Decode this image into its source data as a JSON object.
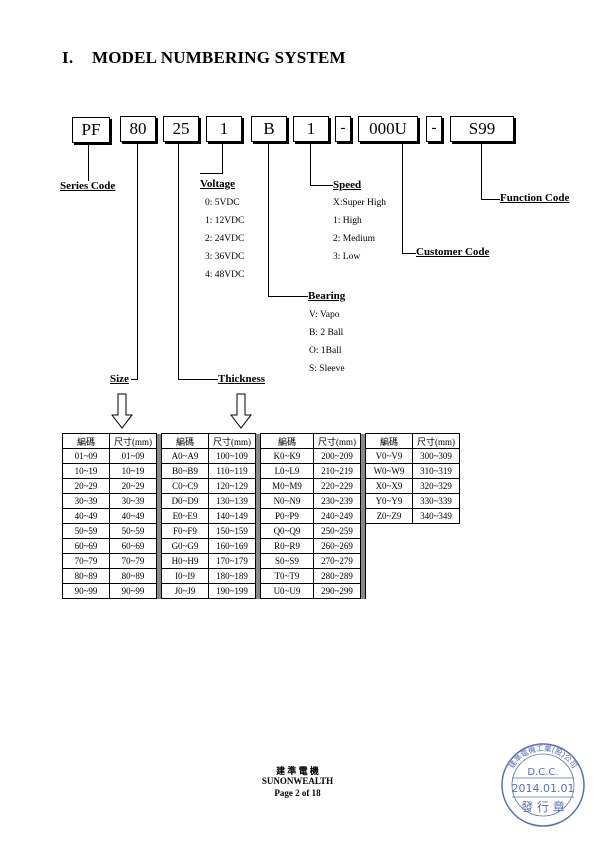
{
  "title": {
    "number": "I.",
    "text": "MODEL NUMBERING SYSTEM"
  },
  "code_boxes": [
    "PF",
    "80",
    "25",
    "1",
    "B",
    "1",
    "-",
    "000U",
    "-",
    "S99"
  ],
  "labels": {
    "series": "Series Code",
    "voltage": "Voltage",
    "speed": "Speed",
    "function": "Function Code",
    "customer": "Customer Code",
    "bearing": "Bearing",
    "size": "Size",
    "thickness": "Thickness"
  },
  "voltage_options": [
    "0: 5VDC",
    "1: 12VDC",
    "2: 24VDC",
    "3: 36VDC",
    "4: 48VDC"
  ],
  "speed_options": [
    "X:Super High",
    "1: High",
    "2: Medium",
    "3: Low"
  ],
  "bearing_options": [
    "V: Vapo",
    "B: 2 Ball",
    "O: 1Ball",
    "S: Sleeve"
  ],
  "table": {
    "header_code": "編碼",
    "header_size": "尺寸(mm)",
    "block1": [
      [
        "01~09",
        "01~09"
      ],
      [
        "10~19",
        "10~19"
      ],
      [
        "20~29",
        "20~29"
      ],
      [
        "30~39",
        "30~39"
      ],
      [
        "40~49",
        "40~49"
      ],
      [
        "50~59",
        "50~59"
      ],
      [
        "60~69",
        "60~69"
      ],
      [
        "70~79",
        "70~79"
      ],
      [
        "80~89",
        "80~89"
      ],
      [
        "90~99",
        "90~99"
      ]
    ],
    "block2": [
      [
        "A0~A9",
        "100~109"
      ],
      [
        "B0~B9",
        "110~119"
      ],
      [
        "C0~C9",
        "120~129"
      ],
      [
        "D0~D9",
        "130~139"
      ],
      [
        "E0~E9",
        "140~149"
      ],
      [
        "F0~F9",
        "150~159"
      ],
      [
        "G0~G9",
        "160~169"
      ],
      [
        "H0~H9",
        "170~179"
      ],
      [
        "I0~I9",
        "180~189"
      ],
      [
        "J0~J9",
        "190~199"
      ]
    ],
    "block3": [
      [
        "K0~K9",
        "200~209"
      ],
      [
        "L0~L9",
        "210~219"
      ],
      [
        "M0~M9",
        "220~229"
      ],
      [
        "N0~N9",
        "230~239"
      ],
      [
        "P0~P9",
        "240~249"
      ],
      [
        "Q0~Q9",
        "250~259"
      ],
      [
        "R0~R9",
        "260~269"
      ],
      [
        "S0~S9",
        "270~279"
      ],
      [
        "T0~T9",
        "280~289"
      ],
      [
        "U0~U9",
        "290~299"
      ]
    ],
    "block4": [
      [
        "V0~V9",
        "300~309"
      ],
      [
        "W0~W9",
        "310~319"
      ],
      [
        "X0~X9",
        "320~329"
      ],
      [
        "Y0~Y9",
        "330~339"
      ],
      [
        "Z0~Z9",
        "340~349"
      ]
    ]
  },
  "footer": {
    "chinese": "建 準 電 機",
    "company": "SUNONWEALTH",
    "page": "Page 2 of 18"
  },
  "stamp": {
    "top": "建準電機工業(股)公司",
    "dcc": "D.C.C.",
    "date": "2014.01.01",
    "bottom": "發 行 章",
    "color": "#5a6fb5"
  }
}
